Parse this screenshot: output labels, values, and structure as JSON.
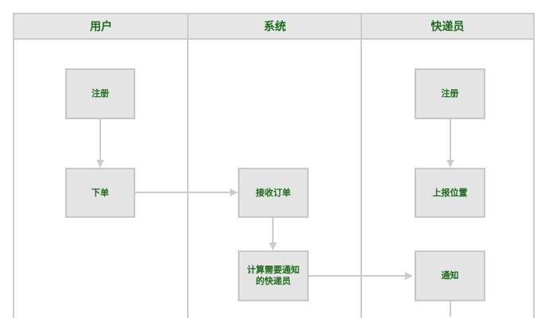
{
  "lanes": [
    {
      "title": "用户"
    },
    {
      "title": "系统"
    },
    {
      "title": "快递员"
    }
  ],
  "nodes": {
    "user_register": "注册",
    "user_order": "下单",
    "sys_accept": "接收订单",
    "sys_notify_line1": "计算需要通知",
    "sys_notify_line2": "的快递员",
    "courier_register": "注册",
    "courier_report": "上报位置",
    "courier_notify": "通知"
  },
  "colors": {
    "lane_border": "#cccccc",
    "header_bg": "#e6e6e6",
    "node_bg": "#e4e4e4",
    "text": "#1e6b1e",
    "arrow": "#cccccc"
  }
}
